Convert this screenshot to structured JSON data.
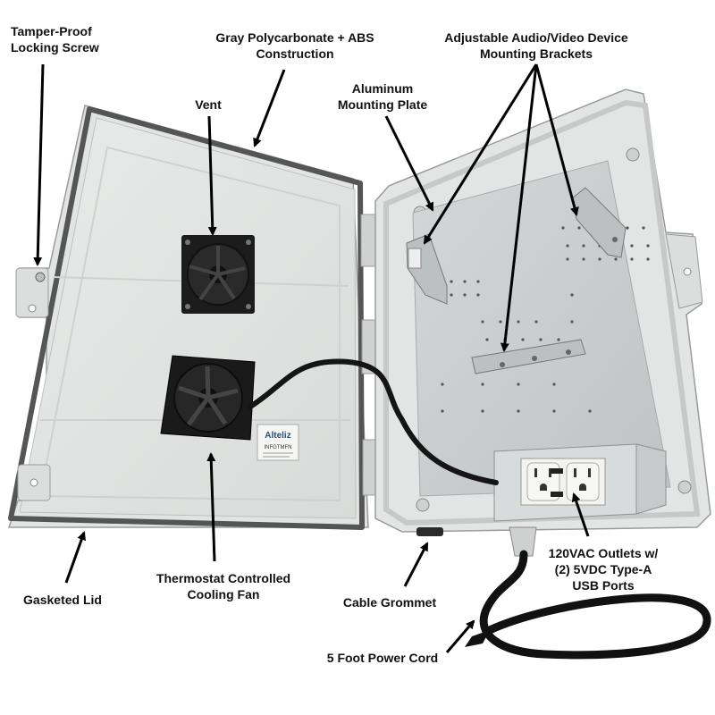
{
  "labels": {
    "tamper_proof": [
      "Tamper-Proof",
      "Locking Screw"
    ],
    "construction": [
      "Gray Polycarbonate + ABS",
      "Construction"
    ],
    "brackets": [
      "Adjustable Audio/Video Device",
      "Mounting Brackets"
    ],
    "aluminum_plate": [
      "Aluminum",
      "Mounting Plate"
    ],
    "vent": [
      "Vent"
    ],
    "gasketed_lid": [
      "Gasketed Lid"
    ],
    "cooling_fan": [
      "Thermostat Controlled",
      "Cooling Fan"
    ],
    "cable_grommet": [
      "Cable Grommet"
    ],
    "outlets": [
      "120VAC Outlets w/",
      "(2) 5VDC Type-A",
      "USB Ports"
    ],
    "power_cord": [
      "5 Foot Power Cord"
    ]
  },
  "fan_label": {
    "brand": "Alteliz",
    "model": "INFGTMFN"
  },
  "colors": {
    "enclosure": "#e3e5e4",
    "enclosure_inner": "#d6d8d7",
    "gasket": "#5a5c5c",
    "plate": "#c9cccc",
    "fan": "#1c1c1c",
    "cable": "#151515",
    "bracket": "#b8bcbd",
    "outlet_box": "#d8dbdb",
    "outlet_face": "#f3f3ef"
  }
}
